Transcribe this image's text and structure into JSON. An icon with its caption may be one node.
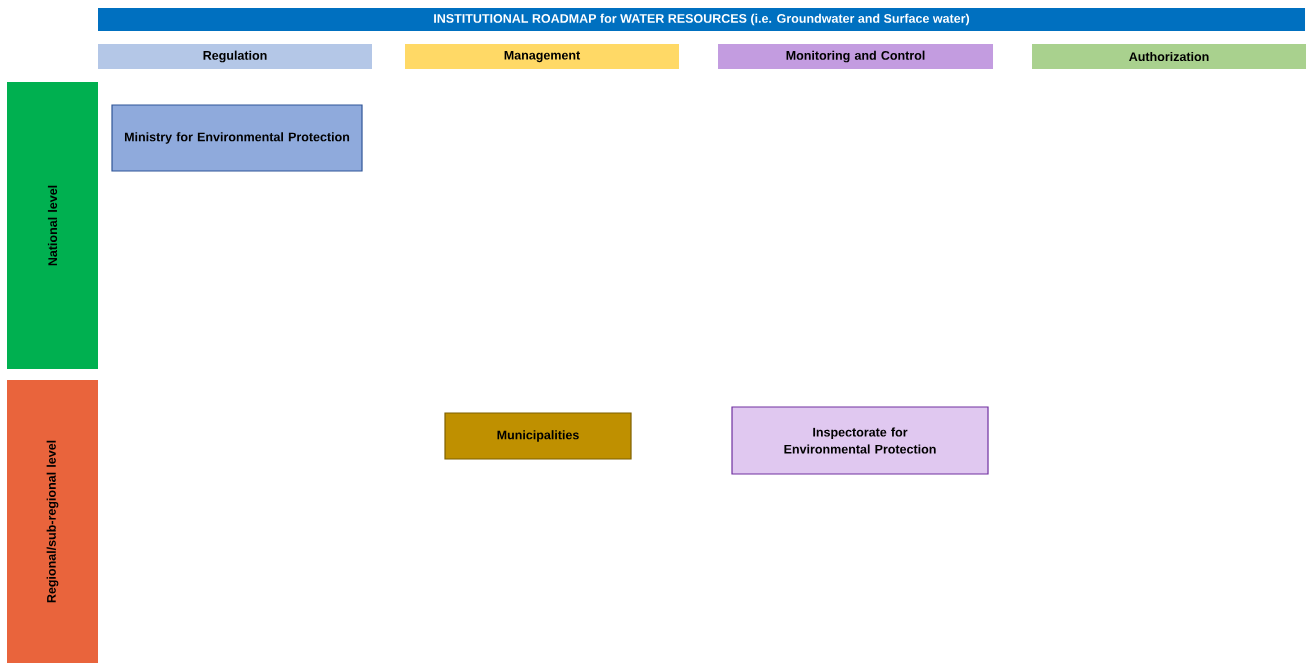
{
  "diagram": {
    "title": "INSTITUTIONAL ROADMAP for WATER RESOURCES (i.e. Groundwater and Surface water)",
    "nodes": [
      {
        "text": [
          "Regulation"
        ]
      },
      {
        "text": [
          "Management"
        ]
      },
      {
        "text": [
          "Monitoring and Control"
        ]
      },
      {
        "text": [
          "Authorization"
        ]
      },
      {
        "text": [
          "National level"
        ]
      },
      {
        "text": [
          "Regional/sub-regional level"
        ]
      },
      {
        "text": [
          "Ministry for Environmental Protection"
        ]
      },
      {
        "text": [
          "Municipalities"
        ]
      },
      {
        "text": [
          "Inspectorate for Environmental Protection"
        ]
      }
    ]
  }
}
